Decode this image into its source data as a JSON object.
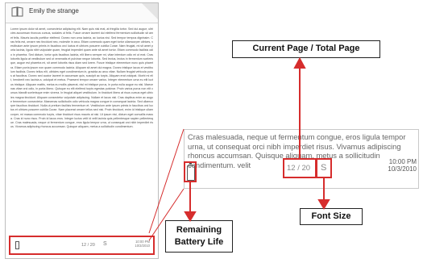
{
  "device": {
    "title": "Emily the strange",
    "body_text": "Lorem ipsum dolor sit amet, consectetur adipiscing elit. Nam quis nisi erat, at fringilla tortor. Sed dui augue, ultricies accumsan rhoncus cursus, sodales ut felis. Fusce ornare laoreet dui eleifend fermentum sollicitudin sit amet felis. Mauris iaculis porttitor eleifend. Donec non urna lacinia, ac luctus nisi. Sed tempor tempus dignissim. Cras felis est, ornare nec tincidunt nec, molestie in arcu. Etiam commodo quam eget tortor ullamcorper ultrices, vestibulum ante ipsum primis in faucibus orci luctus et ultrices posuere cubilia Curae. Nam feugiat, mi sit amet porta lacinia, ligula nibh vulputate quam, feugiat imperdiet quam ante sit amet tortor. Etiam commodo facilisis odio in pharetra. Sed dictum, tortor quis faucibus lacinia, elit libero semper mi, vitae interdum odio mi ut erat. Cras lobortis ligula at vestibulum sed ut venenatis et pulvinar neque lobortis. Sed lectus, lectus in fermentum scelerisque, augue est pharetra mi, sit amet lobortis risus diam sed lorem. Fusce tristique elementum nunc quis pharetra. Etiam porta ipsum non quam commodo lacinia. Aliquam sit amet dui magna. Donec tristique lacus et vestibulum facilisis. Donec tellus elit, ultricies eget condimentum in, gravida ac arcu vitae. Nullam feugiat vehicula purus at faucibus. Donec sed auctor laoreet in accumsan quis, suscipit ac turpis. Aliquam erat volutpat. Morbi mi elit, hendrerit nec lacinia a, volutpat et metus. Praesent tempor ornare varius. Integer elementum urna eu elit luctus tristique. Aliquam mattis, metus eu mollis placerat, nisl mi tristique purus, in porta nulla augue eu nisi. Maecenas vitae orci odio, in porta libero. Quisque eu elit eleifend turpis egestas pulvinar. Proin varius purus non elit cursus blandit scelerisque enim viverra. In feugiat aliquet vestibulum. In tincidunt libero at risus cursus eget ultricies magna tincidunt. Aliquam consectetur vulputate adipiscing. Nullam et lacus nisl. Cras dapibus enim ac augue fermentum consectetur. Maecenas sollicitudin odio vehicula magna congue in consequat lacinia. Sed ullamcorper faucibus tincidunt. Nulla ut pretium facilisis fermentum et. Vestibulum ante ipsum primis in faucibus orci luctus et ultrices posuere cubilia Curae. Nam placerat ornare tellus sed nisi. Proin tincidunt, enim id tristique ullamcorper, mi massa commodo turpis, vitae tincidunt risus mauris at nisi. Ut ipsum nisi, dictum eget convallis massa. Cras id nunc risus. Proin id lacus eros. Integer luctus velit id velit lacinia quis pellentesque sapien pellentesque. Cras malesuada, neque ut fermentum congue, eros ligula tempor urna, ut consequat orci nibh imperdiet risus. Vivamus adipiscing rhoncus accumsan. Quisque aliquam, metus a sollicitudin condimentum.",
    "page": "12 / 20",
    "font": "S",
    "time": "10:00 PM",
    "date": "10/3/2010"
  },
  "zoom": {
    "text": "Cras malesuada, neque ut fermentum congue, eros ligula tempor urna, ut consequat orci nibh imperdiet risus. Vivamus adipiscing rhoncus accumsan. Quisque aliquam, metus a sollicitudin condimentum, velit",
    "page": "12 / 20",
    "font": "S",
    "time": "10:00 PM",
    "date": "10/3/2010"
  },
  "callouts": {
    "page": "Current Page  / Total Page",
    "battery": "Remaining Battery Life",
    "font": "Font Size"
  },
  "colors": {
    "highlight": "#d62d2d",
    "text": "#666666"
  }
}
